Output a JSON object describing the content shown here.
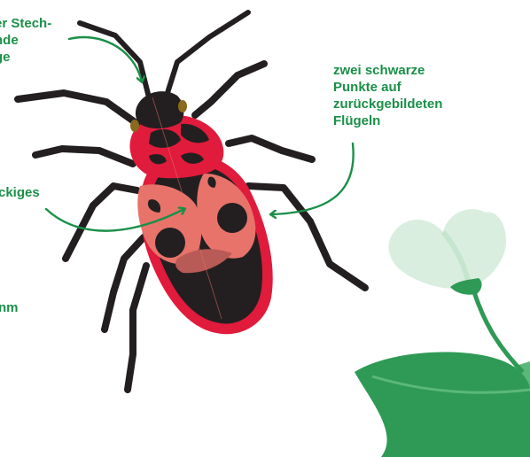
{
  "labels": {
    "sucking_mouthparts": "er Stech-\nnde\nge",
    "wing_dots": "zwei schwarze\nPunkte auf\nzurückgebildeten\nFlügeln",
    "triangle": "ckiges",
    "size": "nm"
  },
  "colors": {
    "label": "#1a8f48",
    "arrow": "#1a8f48",
    "bug_red": "#e01b3c",
    "bug_black": "#231f20",
    "wing_pink": "#e8736a",
    "eye_brown": "#8a6a1e",
    "leaf_dark": "#2e9a55",
    "leaf_light": "#5cb87a",
    "flower": "#d9eedf"
  }
}
